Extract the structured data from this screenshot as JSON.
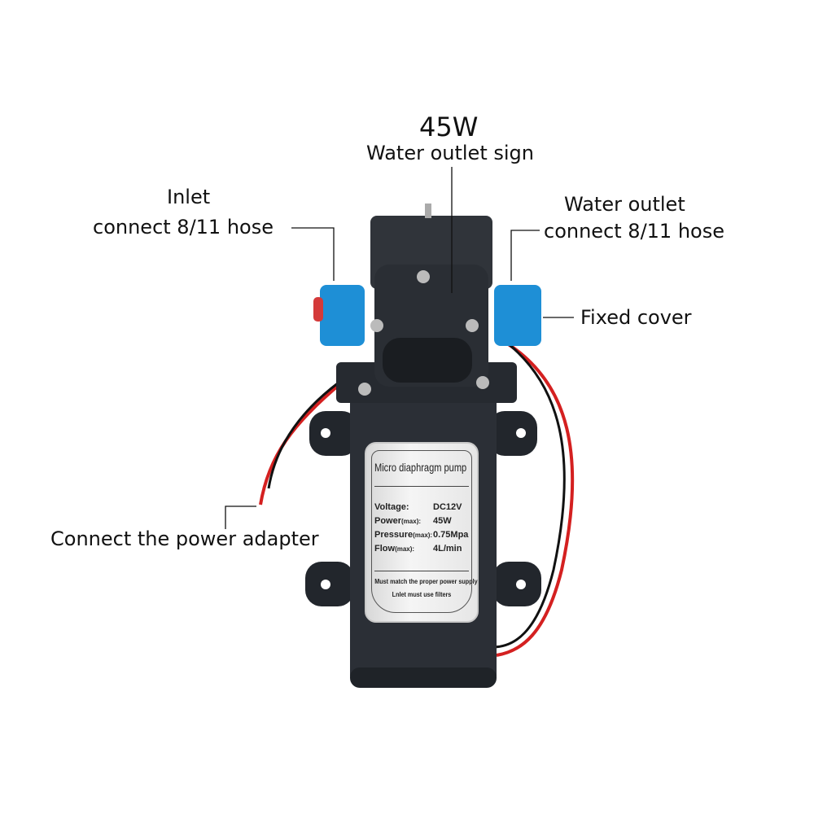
{
  "headline": "45W",
  "callouts": {
    "water_outlet_sign": "Water outlet sign",
    "inlet_line1": "Inlet",
    "inlet_line2": "connect 8/11 hose",
    "outlet_line1": "Water outlet",
    "outlet_line2": "connect 8/11 hose",
    "fixed_cover": "Fixed cover",
    "power": "Connect the power adapter"
  },
  "label_plate": {
    "title": "Micro diaphragm pump",
    "specs": [
      {
        "key": "Voltage:",
        "sub": "",
        "value": "DC12V"
      },
      {
        "key": "Power",
        "sub": "(max):",
        "value": "45W"
      },
      {
        "key": "Pressure",
        "sub": "(max):",
        "value": "0.75Mpa"
      },
      {
        "key": "Flow",
        "sub": "(max):",
        "value": "4L/min"
      }
    ],
    "note1": "Must match the proper power supply",
    "note2": "Lnlet must use filters"
  },
  "colors": {
    "pump_body": "#2b2f36",
    "fitting_blue": "#1e8fd6",
    "wire_red": "#d42020",
    "wire_black": "#111111"
  }
}
